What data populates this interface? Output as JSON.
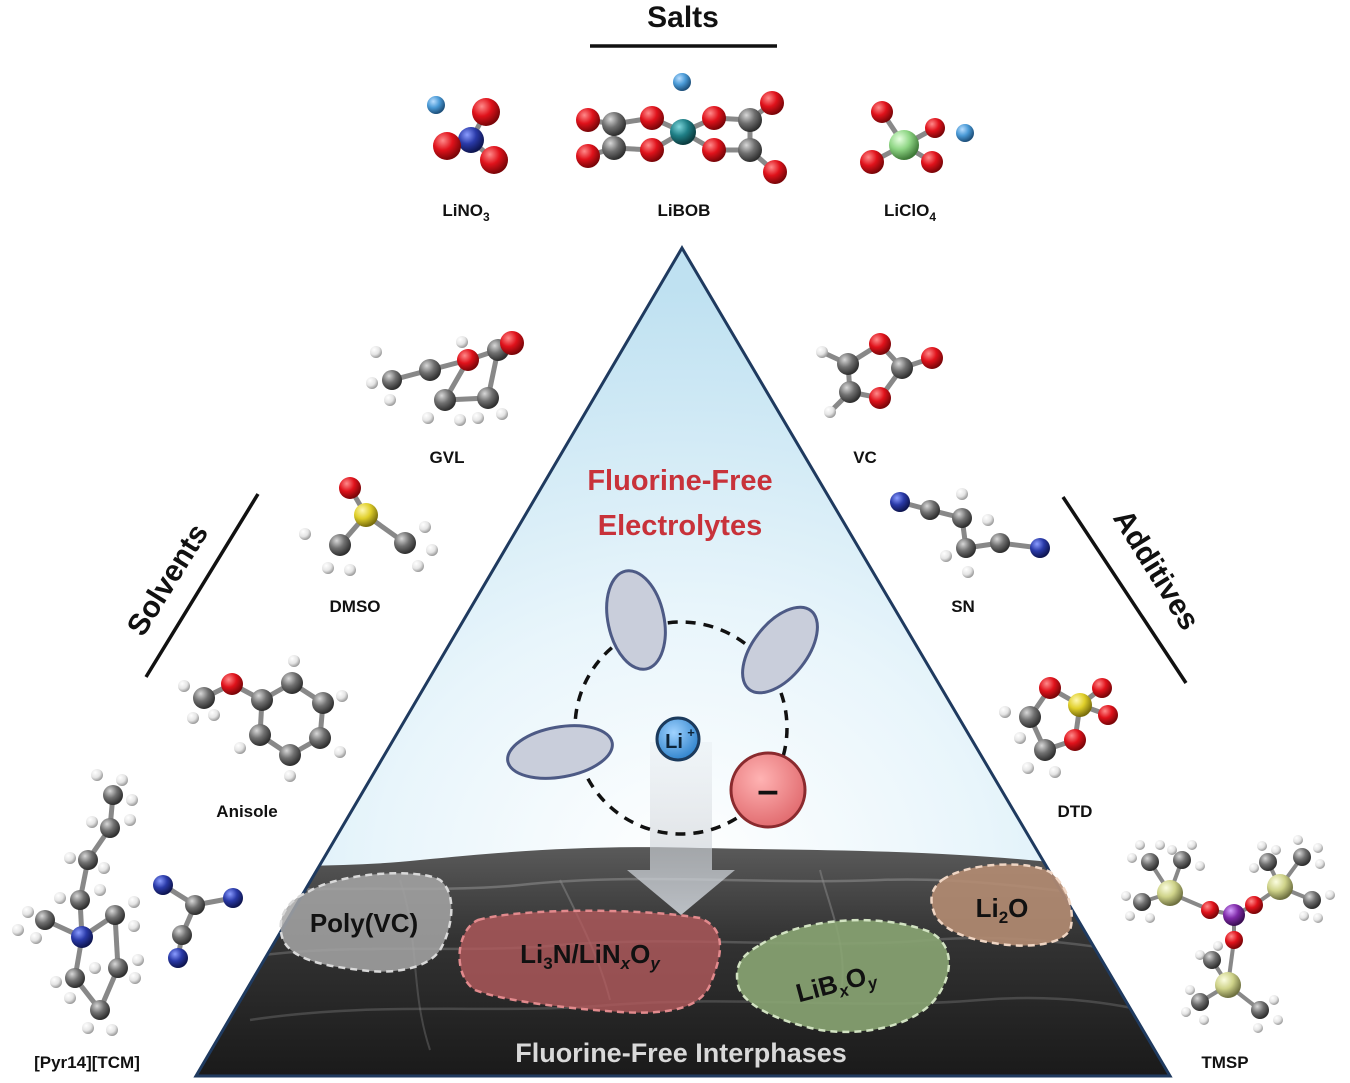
{
  "categories": {
    "salts": "Salts",
    "solvents": "Solvents",
    "additives": "Additives"
  },
  "center": {
    "title_line1": "Fluorine-Free",
    "title_line2": "Electrolytes",
    "cation": "Li",
    "cation_sup": "+",
    "anion": "–"
  },
  "interphase": {
    "title": "Fluorine-Free Interphases",
    "phases": {
      "polyvc": "Poly(VC)",
      "li3n_a": "Li",
      "li3n_b": "3",
      "li3n_c": "N/LiN",
      "li3n_d": "x",
      "li3n_e": "O",
      "li3n_f": "y",
      "libo_a": "LiB",
      "libo_b": "x",
      "libo_c": "O",
      "libo_d": "y",
      "li2o_a": "Li",
      "li2o_b": "2",
      "li2o_c": "O"
    }
  },
  "molecules": {
    "lino3": "LiNO",
    "lino3_sub": "3",
    "libob": "LiBOB",
    "liclo4": "LiClO",
    "liclo4_sub": "4",
    "gvl": "GVL",
    "dmso": "DMSO",
    "anisole": "Anisole",
    "pyr": "[Pyr14][TCM]",
    "vc": "VC",
    "sn": "SN",
    "dtd": "DTD",
    "tmsp": "TMSP"
  },
  "colors": {
    "oxygen": "#e0121b",
    "nitrogen": "#2a3aa8",
    "carbon": "#6b6b6b",
    "hydrogen": "#eeeeee",
    "lithium": "#4a9ad6",
    "boron": "#1f7f86",
    "chlorine": "#8fd685",
    "sulfur": "#e0cf2a",
    "silicon": "#cfd38a",
    "phosphorus": "#7f2aa8",
    "title_red": "#c8323a",
    "triangle_edge": "#1f3a5f"
  }
}
